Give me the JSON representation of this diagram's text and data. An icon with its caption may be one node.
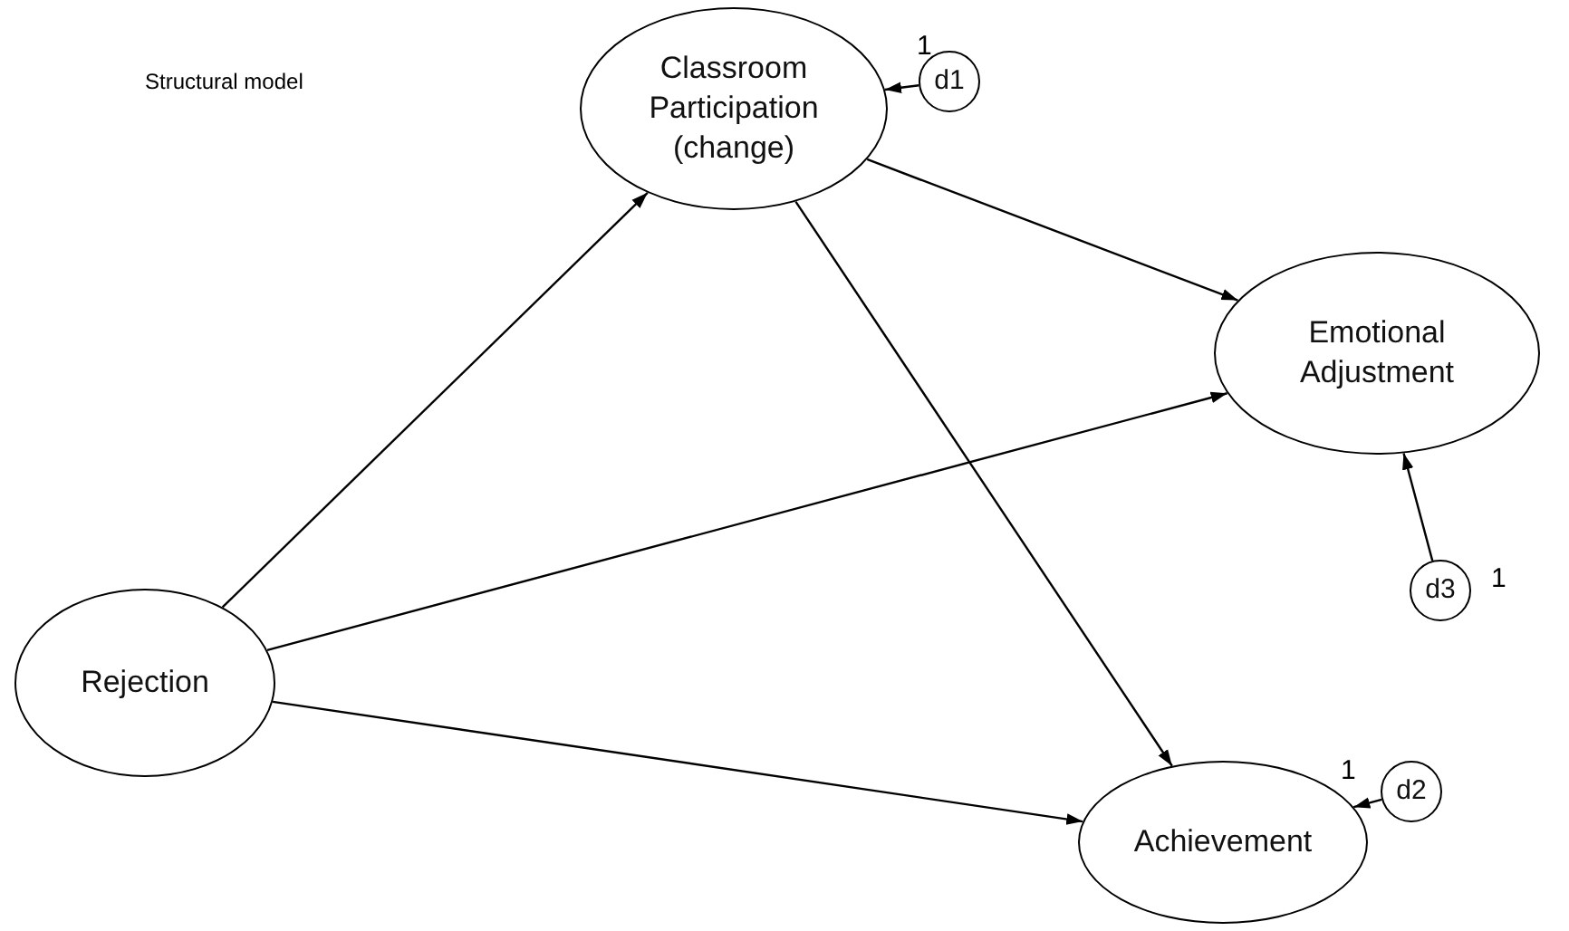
{
  "diagram": {
    "nodes": [
      {
        "text": [
          "Classroom Participation (change)"
        ]
      },
      {
        "text": [
          "d1"
        ]
      },
      {
        "text": [
          "Emotional Adjustment"
        ]
      },
      {
        "text": [
          "d3"
        ]
      },
      {
        "text": [
          "Rejection"
        ]
      },
      {
        "text": [
          "Achievement"
        ]
      },
      {
        "text": [
          "d2"
        ]
      }
    ],
    "edges": [
      {
        "from": 4,
        "to": 0,
        "arrow": "to"
      },
      {
        "from": 0,
        "to": 2,
        "arrow": "to"
      },
      {
        "from": 0,
        "to": 5,
        "arrow": "to"
      },
      {
        "from": 4,
        "to": 2,
        "arrow": "to"
      },
      {
        "from": 4,
        "to": 5,
        "arrow": "to"
      },
      {
        "from": 1,
        "to": 0,
        "arrow": "to",
        "label": "1"
      },
      {
        "from": 3,
        "to": 2,
        "arrow": "to",
        "label": "1"
      },
      {
        "from": 6,
        "to": 5,
        "arrow": "to",
        "label": "1"
      }
    ],
    "labels": [
      "Structural model"
    ]
  }
}
